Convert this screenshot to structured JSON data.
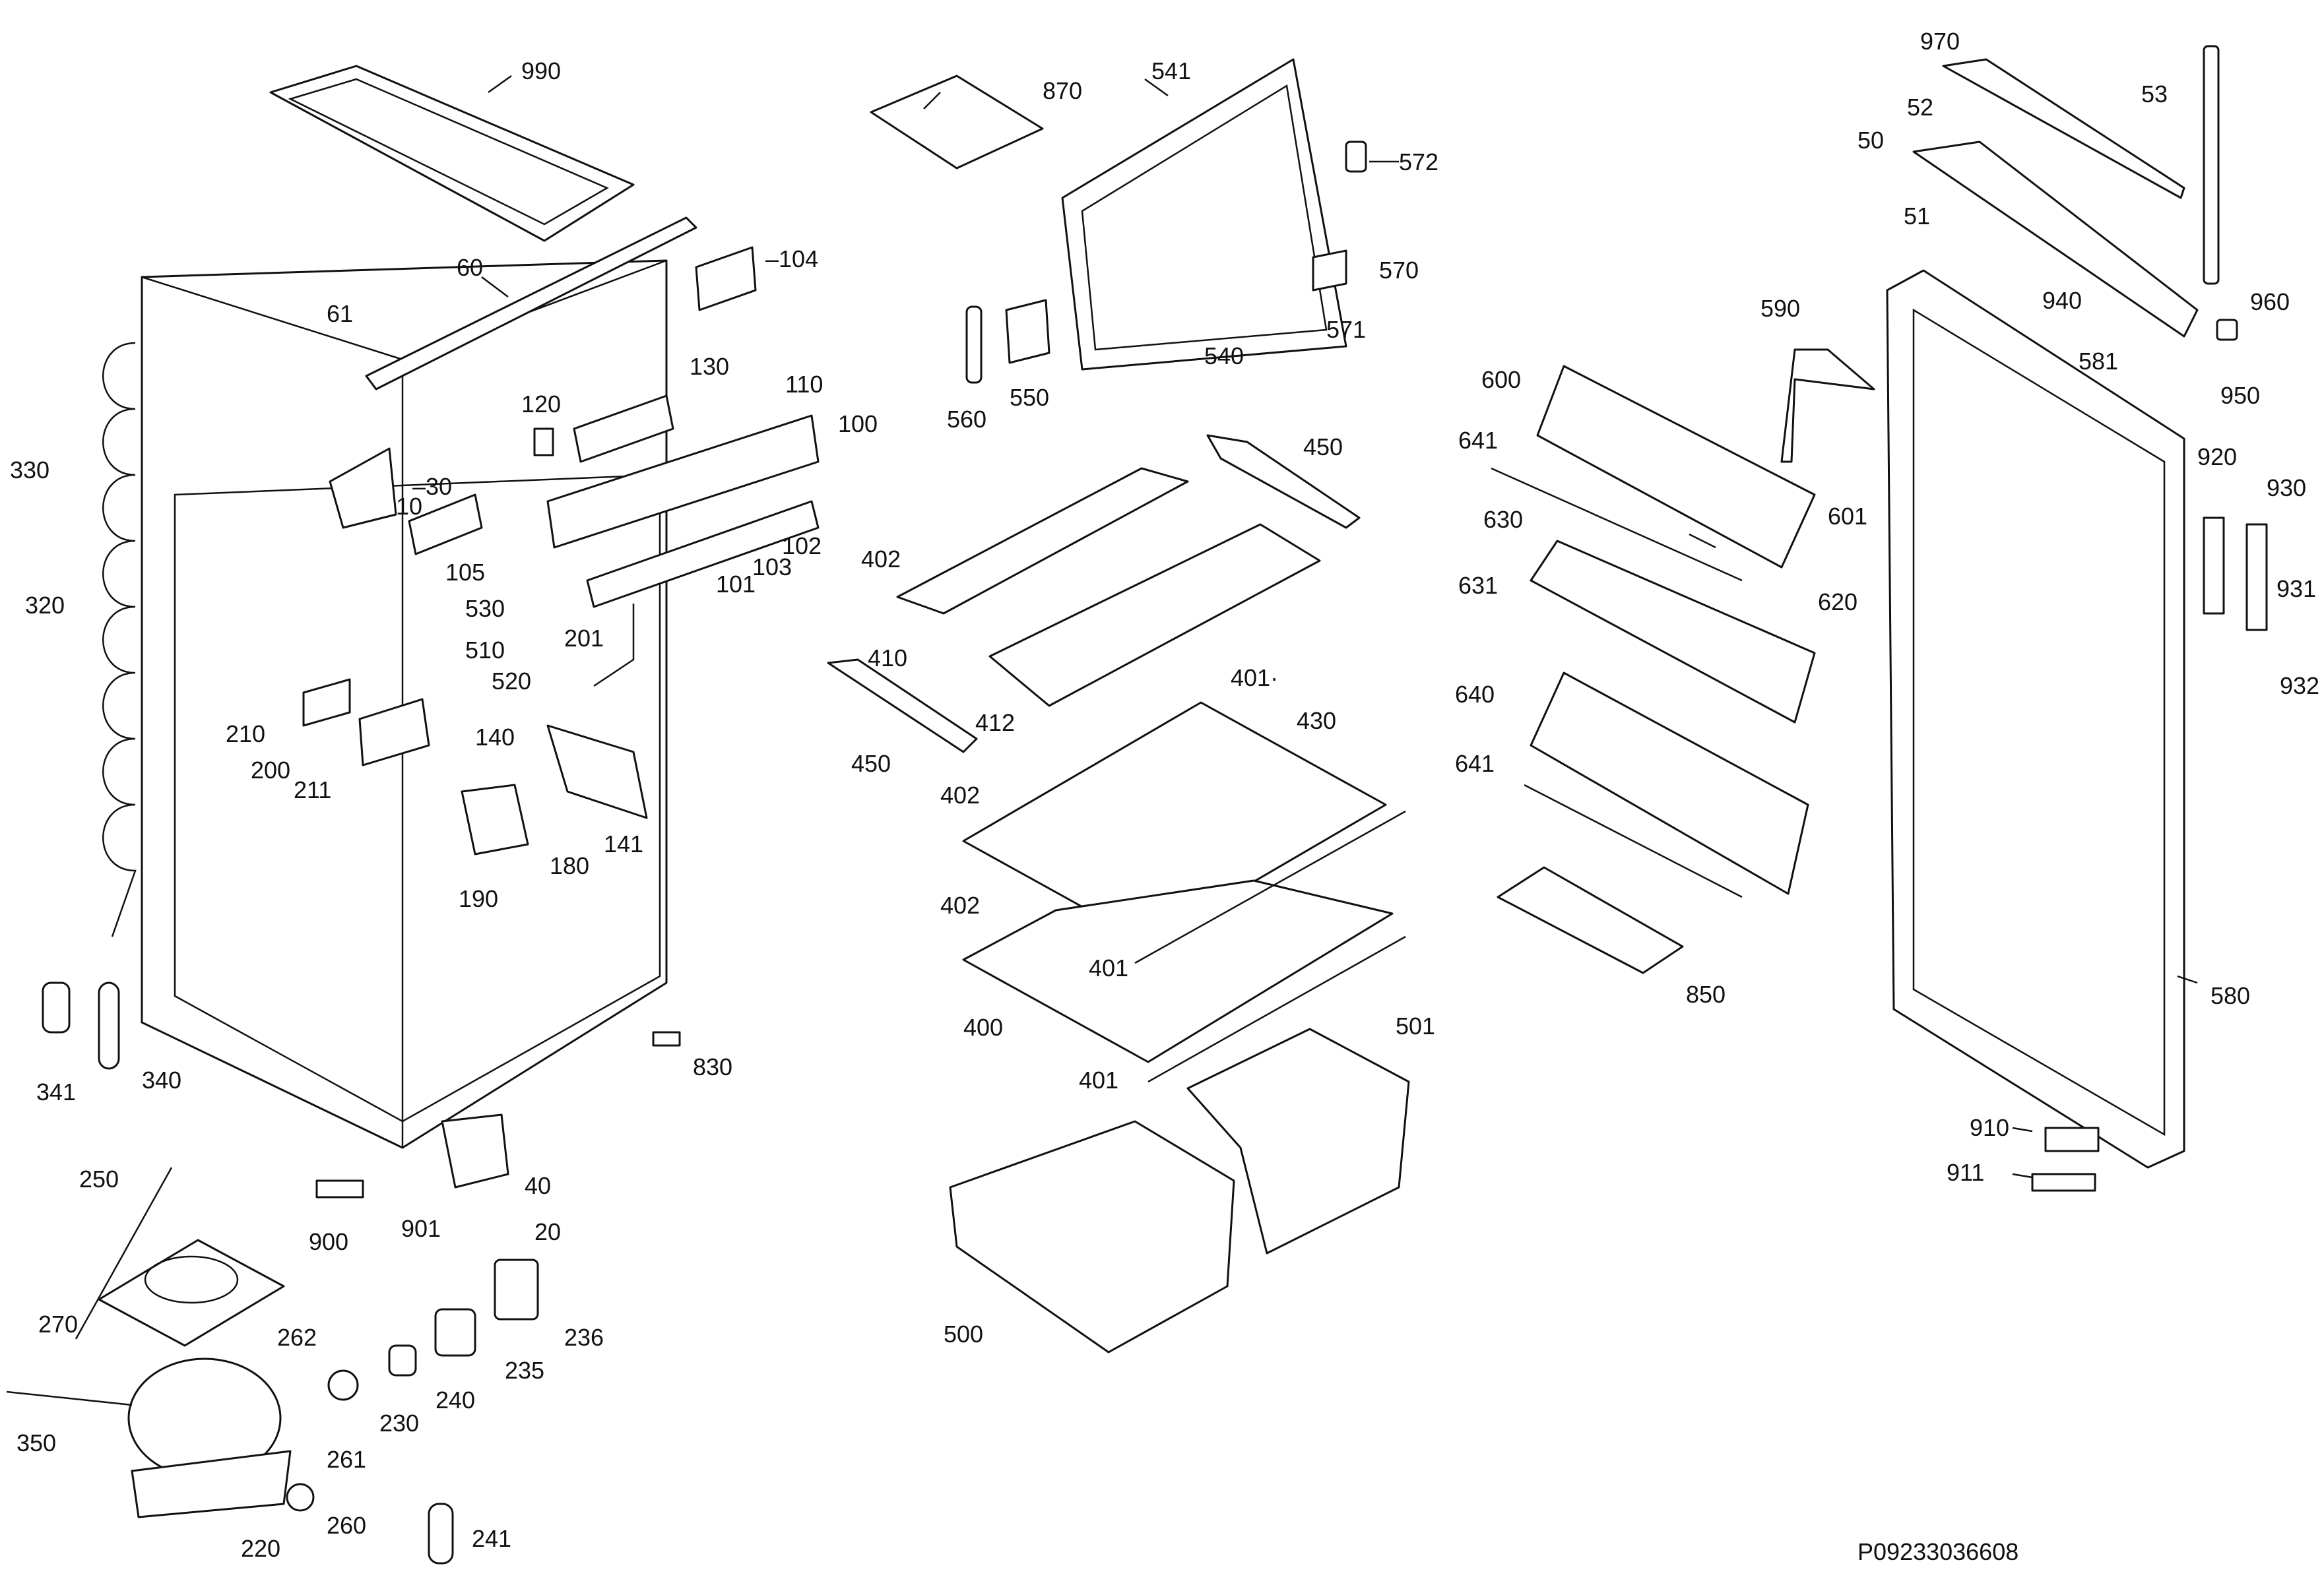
{
  "drawing_code": "P09233036608",
  "labels": {
    "l990": "990",
    "l60": "60",
    "l61": "61",
    "l104": "–104",
    "l130": "130",
    "l120": "120",
    "l110": "110",
    "l100": "100",
    "l330": "330",
    "l30": "–30",
    "l10": "10",
    "l105": "105",
    "l320": "320",
    "l530": "530",
    "l510": "510",
    "l520": "520",
    "l201": "201",
    "l102": "102",
    "l103": "103",
    "l101": "101",
    "l210": "210",
    "l200": "200",
    "l211": "211",
    "l140": "140",
    "l141": "141",
    "l180": "180",
    "l190": "190",
    "l341": "341",
    "l340": "340",
    "l830": "830",
    "l250": "250",
    "l40": "40",
    "l20": "20",
    "l900": "900",
    "l901": "901",
    "l270": "270",
    "l236": "236",
    "l235": "235",
    "l262": "262",
    "l240": "240",
    "l230": "230",
    "l350": "350",
    "l261": "261",
    "l260": "260",
    "l220": "220",
    "l241": "241",
    "l870": "870",
    "l541": "541",
    "l572": "572",
    "l570": "570",
    "l571": "571",
    "l540": "540",
    "l550": "550",
    "l560": "560",
    "l450a": "450",
    "l402a": "402",
    "l410": "410",
    "l401a": "401·",
    "l412": "412",
    "l450b": "450",
    "l430": "430",
    "l402b": "402",
    "l402c": "402",
    "l401b": "401",
    "l400": "400",
    "l401c": "401",
    "l501": "501",
    "l500": "500",
    "l600": "600",
    "l590": "590",
    "l641a": "641",
    "l601": "601",
    "l630": "630",
    "l620": "620",
    "l631": "631",
    "l640": "640",
    "l641b": "641",
    "l850": "850",
    "l970": "970",
    "l52": "52",
    "l53": "53",
    "l50": "50",
    "l51": "51",
    "l940": "940",
    "l960": "960",
    "l581": "581",
    "l950": "950",
    "l920": "920",
    "l930": "930",
    "l931": "931",
    "l932": "932",
    "l580": "580",
    "l910": "910",
    "l911": "911"
  }
}
